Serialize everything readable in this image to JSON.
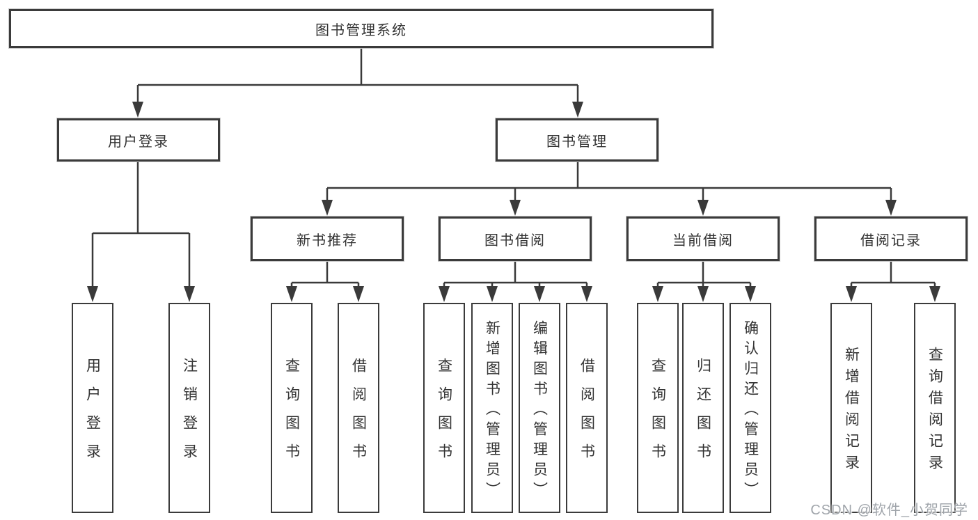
{
  "root": {
    "label": "图书管理系统"
  },
  "level2": [
    {
      "label": "用户登录"
    },
    {
      "label": "图书管理"
    }
  ],
  "level3": [
    {
      "label": "新书推荐"
    },
    {
      "label": "图书借阅"
    },
    {
      "label": "当前借阅"
    },
    {
      "label": "借阅记录"
    }
  ],
  "leaves": [
    {
      "label": "用户登录"
    },
    {
      "label": "注销登录"
    },
    {
      "label": "查询图书"
    },
    {
      "label": "借阅图书"
    },
    {
      "label": "查询图书"
    },
    {
      "label": "新增图书（管理员）"
    },
    {
      "label": "编辑图书（管理员）"
    },
    {
      "label": "借阅图书"
    },
    {
      "label": "查询图书"
    },
    {
      "label": "归还图书"
    },
    {
      "label": "确认归还（管理员）"
    },
    {
      "label": "新增借阅记录"
    },
    {
      "label": "查询借阅记录"
    }
  ],
  "watermark": {
    "text": "CSDN @软件_小贺同学"
  },
  "colors": {
    "line": "#3a3a3a",
    "text": "#333333",
    "background": "#ffffff",
    "watermark": "#9a9fa5"
  }
}
